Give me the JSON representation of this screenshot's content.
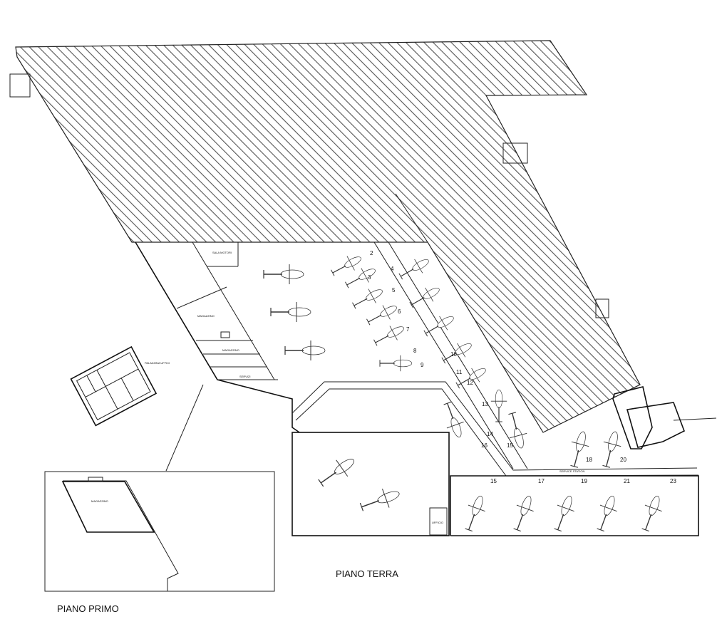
{
  "labels": {
    "ground_floor": "PIANO TERRA",
    "first_floor": "PIANO PRIMO",
    "service_station": "SERVICE STATION"
  },
  "bay_numbers": [
    "15",
    "17",
    "18",
    "19",
    "20",
    "21",
    "23"
  ],
  "apron_numbers": [
    "2",
    "3",
    "4",
    "5",
    "6",
    "7",
    "8",
    "9",
    "10",
    "11",
    "12",
    "13",
    "14",
    "15",
    "16"
  ],
  "room_labels": {
    "sala_motori": "SALA MOTORI",
    "magazzino": "MAGAZZINO",
    "magazzino_first_floor": "MAGAZZINO",
    "magazzino_2": "MAGAZZINO",
    "ufficio": "UFFICIO",
    "servizi": "SERVIZI",
    "office_building": "PALAZZINA UFFICI"
  },
  "colors": {
    "line": "#222222",
    "hatch": "#555555",
    "background": "#ffffff"
  }
}
